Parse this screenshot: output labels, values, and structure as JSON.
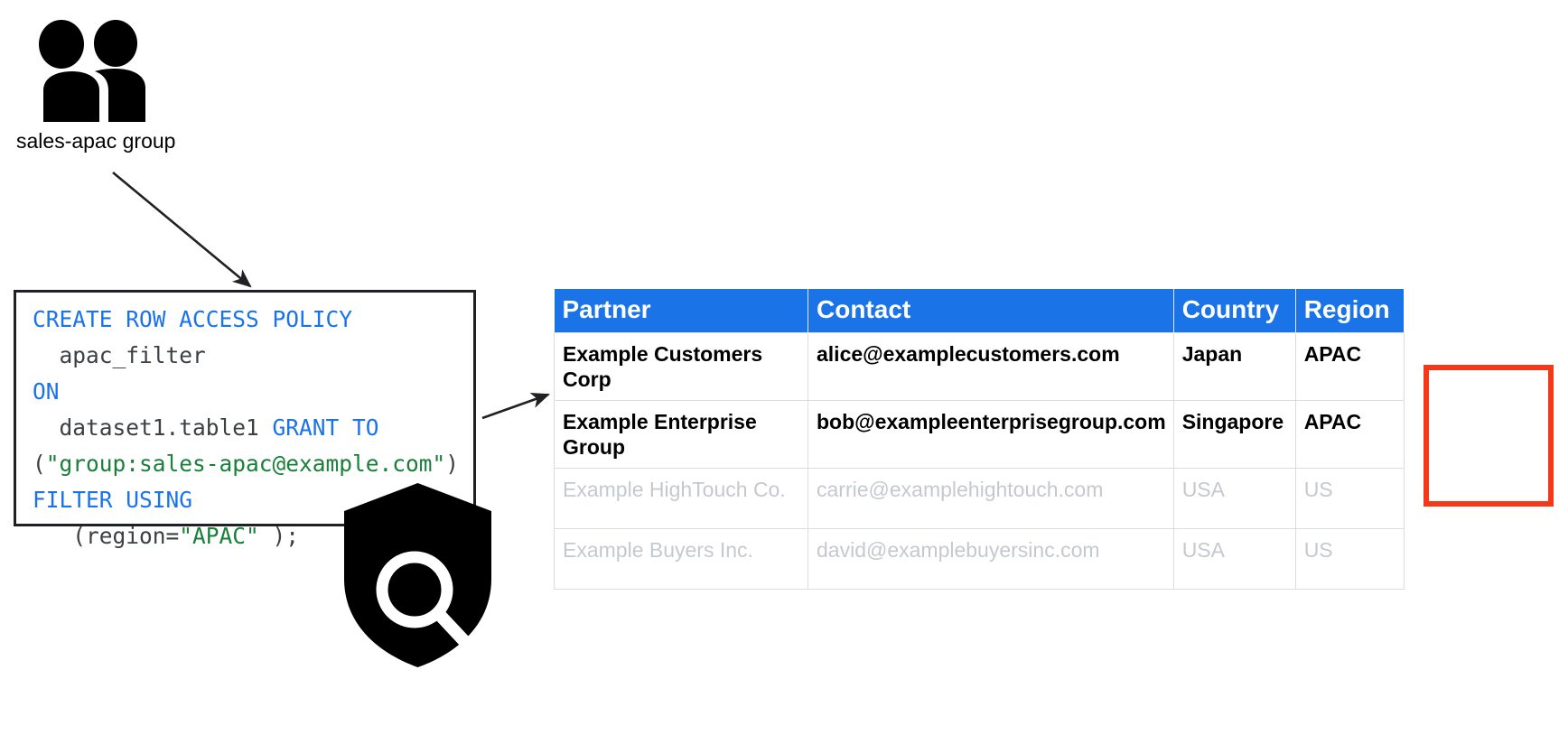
{
  "diagram": {
    "title": "Row access policy restricting table rows to the sales-apac group",
    "group_node": {
      "icon": "people-group-icon",
      "label": "sales-apac group"
    },
    "shield_node": {
      "icon": "shield-magnifier-icon"
    },
    "arrows": [
      {
        "name": "arrow-group-to-code",
        "from": "sales-apac group",
        "to": "sql policy box"
      },
      {
        "name": "arrow-code-to-table",
        "from": "sql policy box",
        "to": "partner table"
      }
    ]
  },
  "sql": {
    "language": "sql",
    "tokens": [
      {
        "t": "CREATE ROW ACCESS POLICY",
        "c": "kw"
      },
      {
        "t": "\n  ",
        "c": "pl"
      },
      {
        "t": "apac_filter",
        "c": "pl"
      },
      {
        "t": "\n",
        "c": "pl"
      },
      {
        "t": "ON",
        "c": "kw"
      },
      {
        "t": "\n  ",
        "c": "pl"
      },
      {
        "t": "dataset1.table1 ",
        "c": "pl"
      },
      {
        "t": "GRANT TO",
        "c": "kw"
      },
      {
        "t": "\n(",
        "c": "pl"
      },
      {
        "t": "\"group:sales-apac@example.com\"",
        "c": "str"
      },
      {
        "t": ")\n",
        "c": "pl"
      },
      {
        "t": "FILTER USING",
        "c": "kw"
      },
      {
        "t": "\n   (region=",
        "c": "pl"
      },
      {
        "t": "\"APAC\"",
        "c": "str"
      },
      {
        "t": " );",
        "c": "pl"
      }
    ],
    "plain_text": "CREATE ROW ACCESS POLICY\n  apac_filter\nON\n  dataset1.table1 GRANT TO\n(\"group:sales-apac@example.com\")\nFILTER USING\n   (region=\"APAC\" );"
  },
  "table": {
    "columns": [
      "Partner",
      "Contact",
      "Country",
      "Region"
    ],
    "rows": [
      {
        "state": "visible",
        "partner": "Example Customers Corp",
        "contact": "alice@examplecustomers.com",
        "country": "Japan",
        "region": "APAC"
      },
      {
        "state": "visible",
        "partner": "Example Enterprise Group",
        "contact": "bob@exampleenterprisegroup.com",
        "country": "Singapore",
        "region": "APAC"
      },
      {
        "state": "filtered-out",
        "partner": "Example HighTouch Co.",
        "contact": "carrie@examplehightouch.com",
        "country": "USA",
        "region": "US"
      },
      {
        "state": "filtered-out",
        "partner": "Example Buyers Inc.",
        "contact": "david@examplebuyersinc.com",
        "country": "USA",
        "region": "US"
      }
    ],
    "highlight": {
      "name": "region-highlight",
      "covers": "Region values APAC for the two visible rows",
      "color": "#f4381a"
    }
  },
  "colors": {
    "header_background": "#1b73e8",
    "header_text": "#ffffff",
    "row_text": "#000000",
    "muted_row_text": "#c5c9ce",
    "grid_line": "#dadce0",
    "highlight": "#f4381a",
    "sql_keyword": "#1a73e8",
    "sql_string": "#188038",
    "sql_plain": "#37474f",
    "outline": "#202124"
  }
}
